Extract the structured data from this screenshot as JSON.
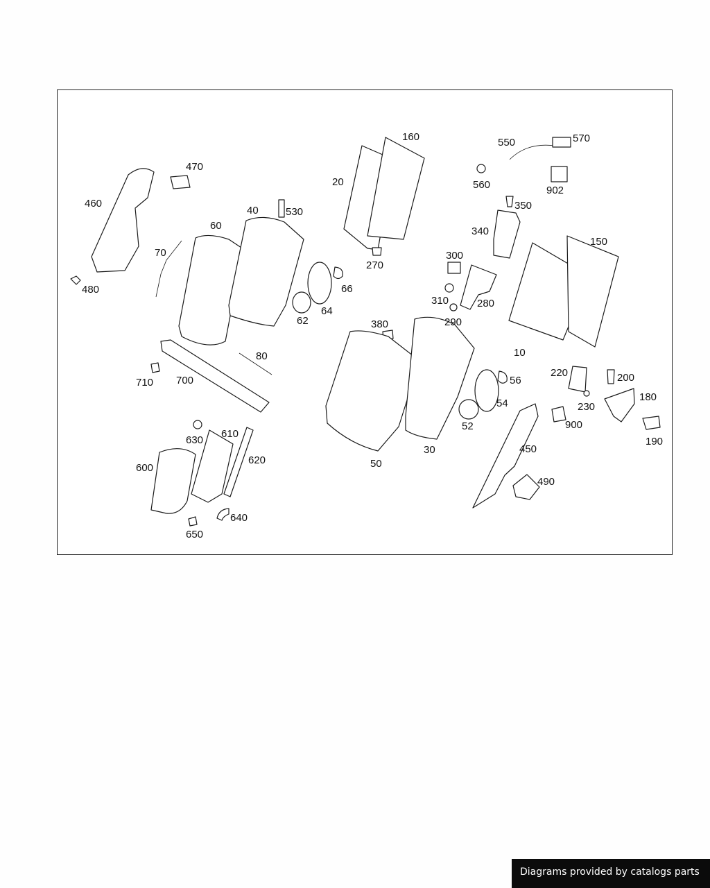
{
  "diagram": {
    "labels": [
      "10",
      "20",
      "30",
      "40",
      "50",
      "52",
      "54",
      "56",
      "60",
      "62",
      "64",
      "66",
      "70",
      "80",
      "150",
      "160",
      "180",
      "190",
      "200",
      "220",
      "230",
      "270",
      "280",
      "290",
      "300",
      "310",
      "340",
      "350",
      "380",
      "450",
      "460",
      "470",
      "480",
      "490",
      "530",
      "550",
      "560",
      "570",
      "600",
      "610",
      "620",
      "630",
      "640",
      "650",
      "700",
      "710",
      "900",
      "902"
    ]
  },
  "footer": {
    "text": "Diagrams provided by catalogs parts"
  }
}
